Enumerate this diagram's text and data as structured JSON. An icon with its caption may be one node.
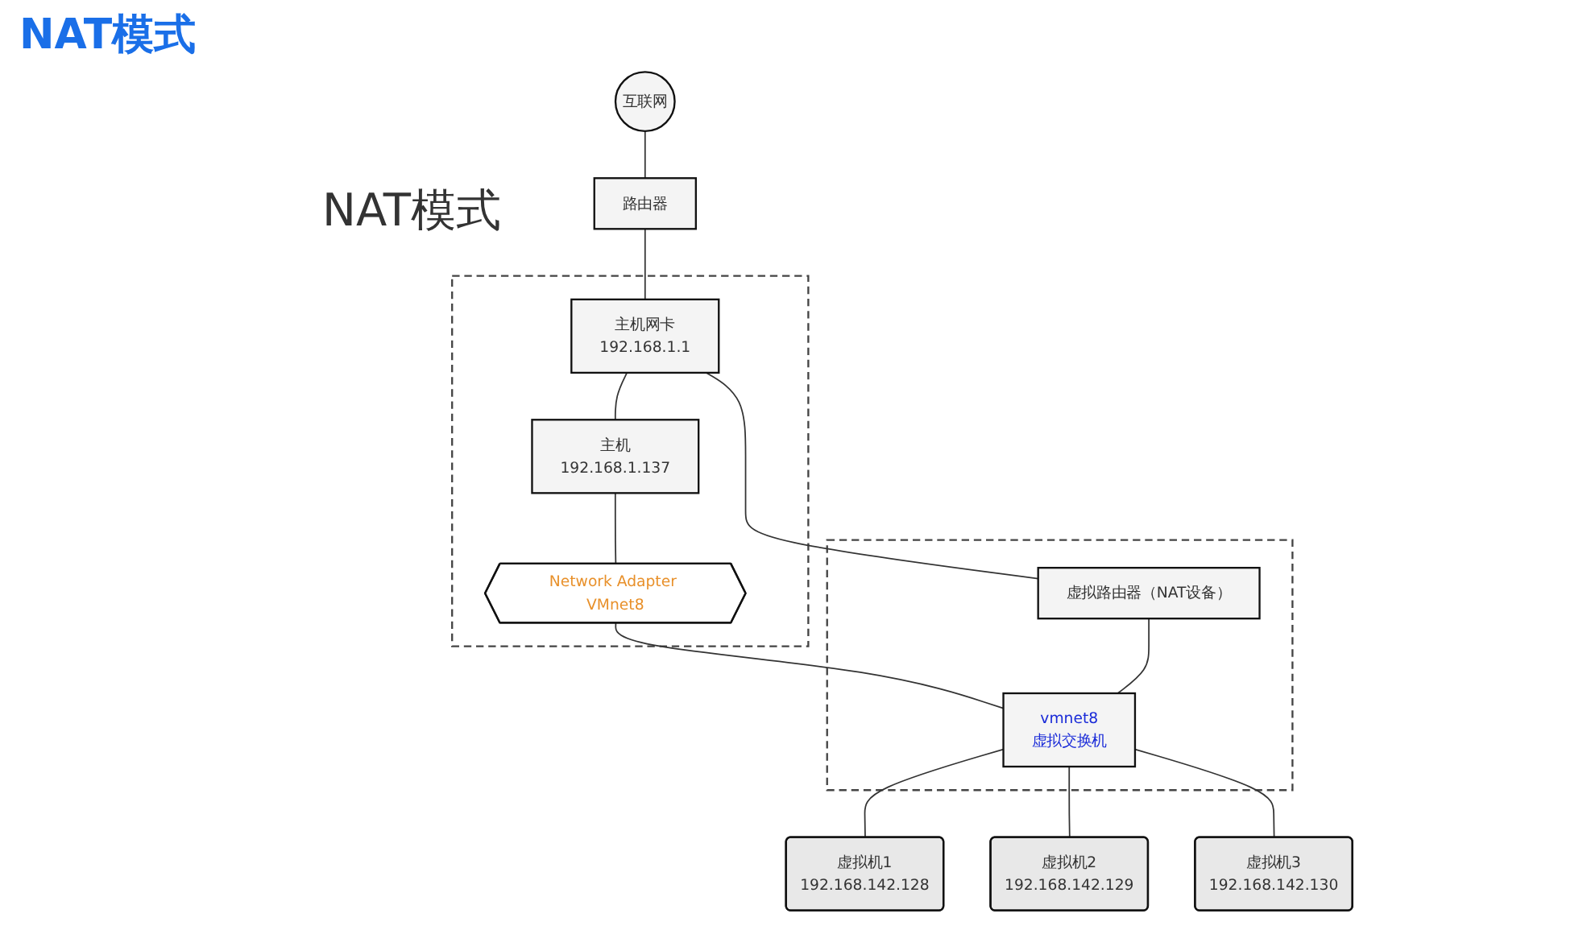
{
  "diagram": {
    "title": "NAT模式",
    "nodes": [
      {
        "text": [
          "互联网"
        ]
      },
      {
        "text": [
          "路由器"
        ]
      },
      {
        "text": [],
        "shape": "box"
      },
      {
        "text": [
          "主机网卡",
          "192.168.1.1"
        ],
        "in": 2
      },
      {
        "text": [
          "主机",
          "192.168.1.137"
        ],
        "in": 2
      },
      {
        "text": [
          "Network Adapter VMnet8"
        ],
        "in": 2
      },
      {
        "text": [],
        "shape": "box"
      },
      {
        "text": [
          "虚拟路由器（NAT设备）"
        ],
        "in": 6
      },
      {
        "text": [
          "vmnet8",
          "虚拟交换机"
        ],
        "in": 6
      },
      {
        "text": [
          "虚拟机1",
          "192.168.142.128"
        ]
      },
      {
        "text": [
          "虚拟机2",
          "192.168.142.129"
        ]
      },
      {
        "text": [
          "虚拟机3",
          "192.168.142.130"
        ]
      }
    ],
    "edges": [
      {
        "from": 0,
        "to": 1,
        "arrow": "none"
      },
      {
        "from": 1,
        "to": 3,
        "arrow": "none"
      },
      {
        "from": 3,
        "to": 4,
        "arrow": "none"
      },
      {
        "from": 3,
        "to": 7,
        "arrow": "none"
      },
      {
        "from": 4,
        "to": 5,
        "arrow": "none"
      },
      {
        "from": 5,
        "to": 8,
        "arrow": "none"
      },
      {
        "from": 7,
        "to": 8,
        "arrow": "none"
      },
      {
        "from": 8,
        "to": 9,
        "arrow": "none"
      },
      {
        "from": 8,
        "to": 10,
        "arrow": "none"
      },
      {
        "from": 8,
        "to": 11,
        "arrow": "none"
      }
    ],
    "labels": [
      "NAT模式"
    ]
  }
}
